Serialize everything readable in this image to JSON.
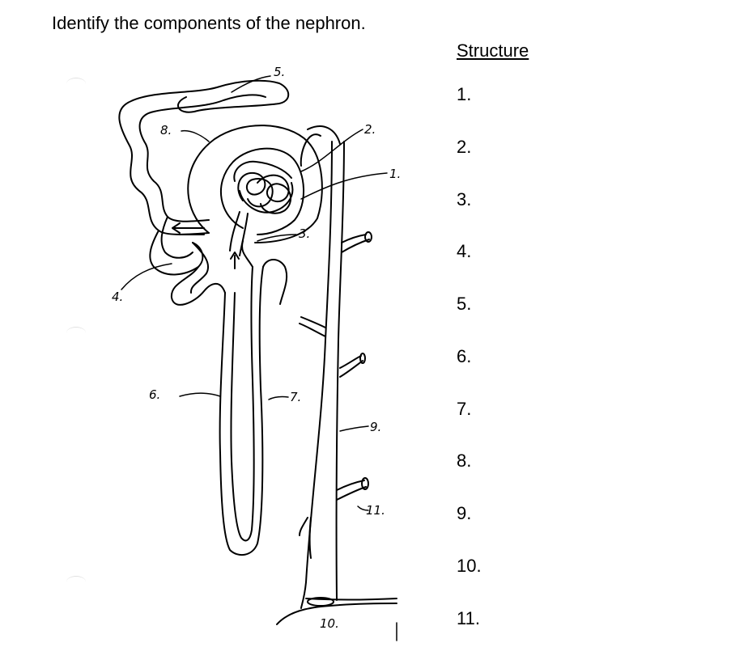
{
  "page": {
    "title": "Identify the components of the nephron.",
    "structure_heading": "Structure"
  },
  "structure_items": [
    "1.",
    "2.",
    "3.",
    "4.",
    "5.",
    "6.",
    "7.",
    "8.",
    "9.",
    "10.",
    "11."
  ],
  "diagram_labels": {
    "l1": "1.",
    "l2": "2.",
    "l3": "3.",
    "l4": "4.",
    "l5": "5.",
    "l6": "6.",
    "l7": "7.",
    "l8": "8.",
    "l9": "9.",
    "l10": "10.",
    "l11": "11."
  }
}
